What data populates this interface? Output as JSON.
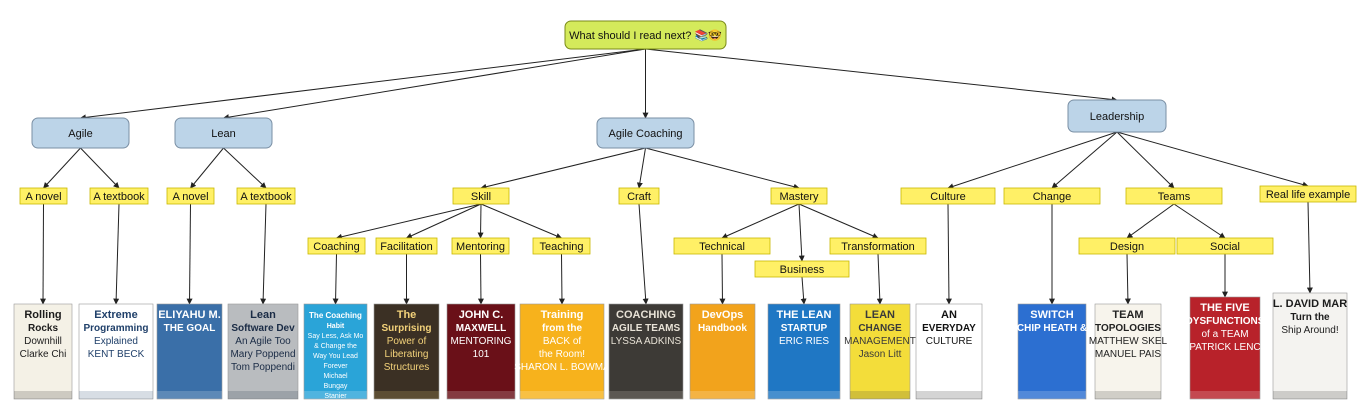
{
  "root": {
    "label": "What should I read next?",
    "emoji": "📚🤓",
    "color": "#d4ea5b"
  },
  "colors": {
    "category": "#bcd4e8",
    "tag": "#fff066",
    "line": "#222222",
    "category_border": "#7a8fa4",
    "tag_border": "#c9b800"
  },
  "categories": [
    {
      "id": "agile",
      "label": "Agile"
    },
    {
      "id": "lean",
      "label": "Lean"
    },
    {
      "id": "coaching",
      "label": "Agile Coaching"
    },
    {
      "id": "leadership",
      "label": "Leadership"
    }
  ],
  "tags": [
    {
      "id": "agile_novel",
      "label": "A novel"
    },
    {
      "id": "agile_textbook",
      "label": "A textbook"
    },
    {
      "id": "lean_novel",
      "label": "A novel"
    },
    {
      "id": "lean_textbook",
      "label": "A textbook"
    },
    {
      "id": "skill",
      "label": "Skill"
    },
    {
      "id": "craft",
      "label": "Craft"
    },
    {
      "id": "mastery",
      "label": "Mastery"
    },
    {
      "id": "culture",
      "label": "Culture"
    },
    {
      "id": "change",
      "label": "Change"
    },
    {
      "id": "teams",
      "label": "Teams"
    },
    {
      "id": "reallife",
      "label": "Real life example"
    },
    {
      "id": "coachingtag",
      "label": "Coaching"
    },
    {
      "id": "facilitation",
      "label": "Facilitation"
    },
    {
      "id": "mentoring",
      "label": "Mentoring"
    },
    {
      "id": "teaching",
      "label": "Teaching"
    },
    {
      "id": "technical",
      "label": "Technical"
    },
    {
      "id": "business",
      "label": "Business"
    },
    {
      "id": "transformation",
      "label": "Transformation"
    },
    {
      "id": "design",
      "label": "Design"
    },
    {
      "id": "social",
      "label": "Social"
    }
  ],
  "books": [
    {
      "id": "b1",
      "bg": "#f4f1e6",
      "fg": "#1c1c1c",
      "lines": [
        "Rolling",
        "Rocks",
        "Downhill",
        "Clarke Ching"
      ]
    },
    {
      "id": "b2",
      "bg": "#ffffff",
      "fg": "#20406a",
      "lines": [
        "Extreme",
        "Programming",
        "Explained",
        "KENT BECK"
      ]
    },
    {
      "id": "b3",
      "bg": "#3a6fa8",
      "fg": "#ffffff",
      "lines": [
        "ELIYAHU M. GOLDRATT'S",
        "THE GOAL"
      ]
    },
    {
      "id": "b4",
      "bg": "#b9bcbf",
      "fg": "#1a2b45",
      "lines": [
        "Lean",
        "Software Development",
        "An Agile Toolkit",
        "Mary Poppendieck",
        "Tom Poppendieck"
      ]
    },
    {
      "id": "b5",
      "bg": "#2aa4d8",
      "fg": "#ffffff",
      "lines": [
        "The Coaching",
        "Habit",
        "Say Less, Ask More",
        "& Change the",
        "Way You Lead",
        "Forever",
        "Michael",
        "Bungay",
        "Stanier"
      ]
    },
    {
      "id": "b6",
      "bg": "#3b3024",
      "fg": "#f3d27a",
      "lines": [
        "The",
        "Surprising",
        "Power of",
        "Liberating",
        "Structures"
      ]
    },
    {
      "id": "b7",
      "bg": "#6a1018",
      "fg": "#ffffff",
      "lines": [
        "JOHN C.",
        "MAXWELL",
        "MENTORING",
        "101"
      ]
    },
    {
      "id": "b8",
      "bg": "#f7b21c",
      "fg": "#ffffff",
      "lines": [
        "Training",
        "from the",
        "BACK of",
        "the Room!",
        "SHARON L. BOWMAN"
      ]
    },
    {
      "id": "b9",
      "bg": "#3d3a36",
      "fg": "#e8e2d6",
      "lines": [
        "COACHING",
        "AGILE TEAMS",
        "LYSSA ADKINS"
      ]
    },
    {
      "id": "b10",
      "bg": "#f2a31c",
      "fg": "#ffffff",
      "lines": [
        "DevOps",
        "Handbook"
      ]
    },
    {
      "id": "b11",
      "bg": "#1f77c4",
      "fg": "#ffffff",
      "lines": [
        "THE LEAN",
        "STARTUP",
        "ERIC RIES"
      ]
    },
    {
      "id": "b12",
      "bg": "#f3dd3a",
      "fg": "#3a3a3a",
      "lines": [
        "LEAN",
        "CHANGE",
        "MANAGEMENT",
        "Jason Little"
      ]
    },
    {
      "id": "b13",
      "bg": "#ffffff",
      "fg": "#111111",
      "lines": [
        "AN",
        "EVERYDAY",
        "CULTURE"
      ]
    },
    {
      "id": "b14",
      "bg": "#2c6fd1",
      "fg": "#ffffff",
      "lines": [
        "SWITCH",
        "CHIP HEATH & DAN HEATH"
      ]
    },
    {
      "id": "b15",
      "bg": "#f7f4ec",
      "fg": "#222222",
      "lines": [
        "TEAM",
        "TOPOLOGIES",
        "MATTHEW SKELTON",
        "MANUEL PAIS"
      ]
    },
    {
      "id": "b16",
      "bg": "#b8222a",
      "fg": "#ffffff",
      "lines": [
        "THE FIVE",
        "DYSFUNCTIONS",
        "of a TEAM",
        "PATRICK LENCIONI"
      ]
    },
    {
      "id": "b17",
      "bg": "#f4f3f0",
      "fg": "#1c1c1c",
      "lines": [
        "L. DAVID MARQUET",
        "Turn the",
        "Ship Around!"
      ]
    }
  ]
}
